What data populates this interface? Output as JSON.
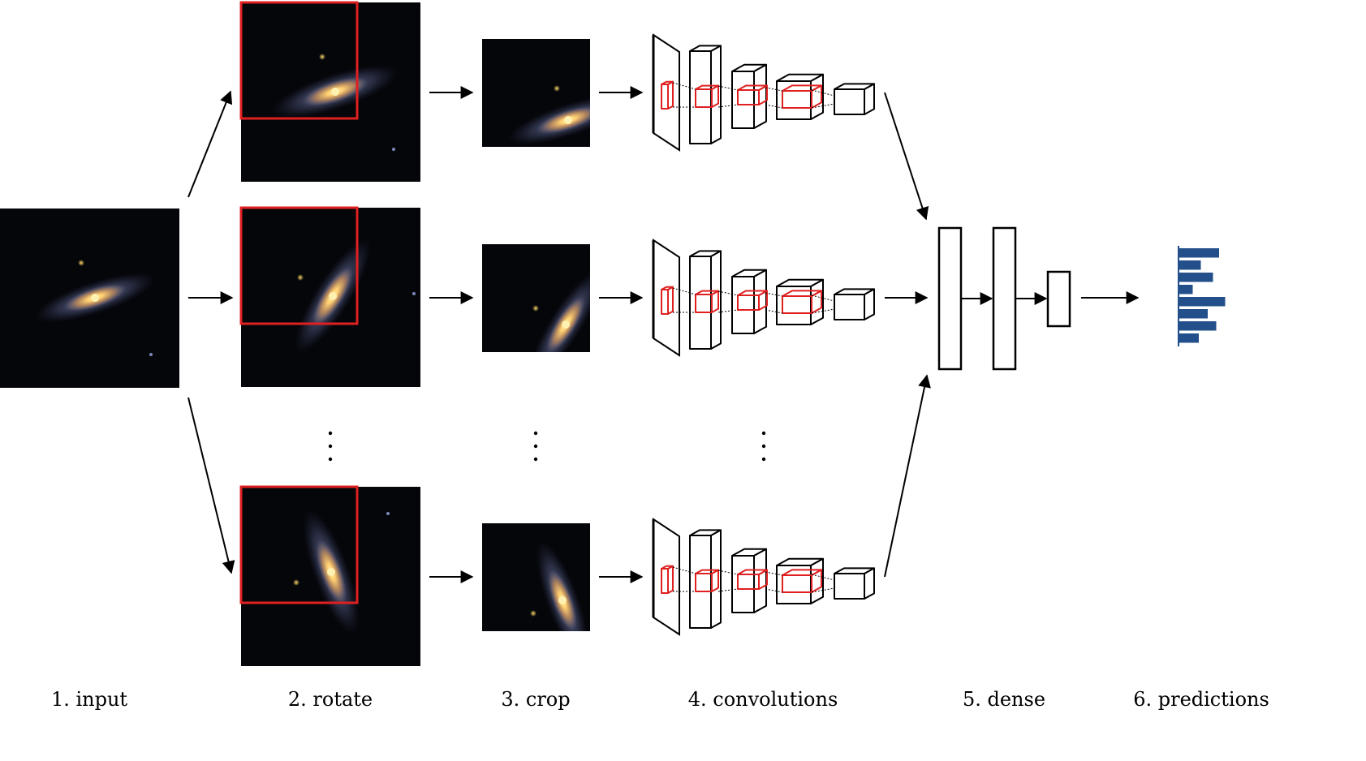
{
  "stages": [
    {
      "id": "input",
      "label": "1. input"
    },
    {
      "id": "rotate",
      "label": "2. rotate"
    },
    {
      "id": "crop",
      "label": "3. crop"
    },
    {
      "id": "convolutions",
      "label": "4. convolutions"
    },
    {
      "id": "dense",
      "label": "5. dense"
    },
    {
      "id": "predictions",
      "label": "6. predictions"
    }
  ],
  "rows": [
    {
      "id": "row-1",
      "rotation_deg": -18
    },
    {
      "id": "row-2",
      "rotation_deg": -58
    },
    {
      "id": "row-3",
      "rotation_deg": -110
    }
  ],
  "predictions": {
    "values": [
      1.0,
      0.55,
      0.85,
      0.35,
      1.15,
      0.72,
      0.93,
      0.5
    ]
  },
  "colors": {
    "crop_box": "#e02020",
    "kernel_box": "#e02020",
    "prediction_bars": "#23508a",
    "sky": "#05060a",
    "galaxy_core": "#ffd27a",
    "galaxy_arm": "#9aa6d8",
    "line": "#000000"
  }
}
